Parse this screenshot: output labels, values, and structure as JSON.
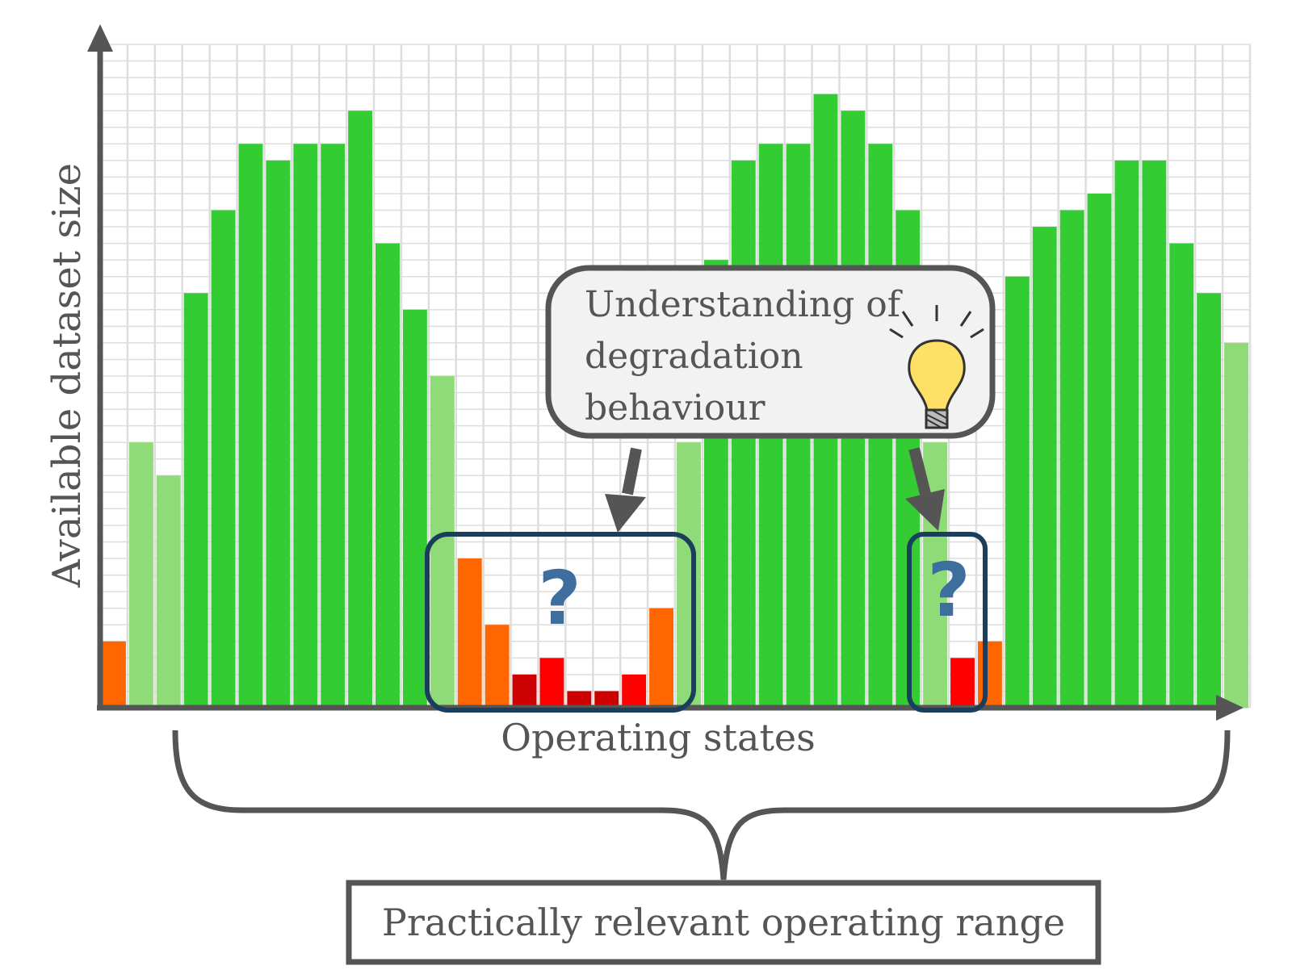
{
  "chart_data": {
    "type": "bar",
    "ylabel": "Available dataset size",
    "xlabel": "Operating states",
    "ylim": [
      0,
      40
    ],
    "grid": true,
    "values": [
      4,
      16,
      14,
      25,
      30,
      34,
      33,
      34,
      34,
      36,
      28,
      24,
      20,
      9,
      5,
      2,
      3,
      1,
      1,
      2,
      6,
      16,
      27,
      33,
      34,
      34,
      37,
      36,
      34,
      30,
      16,
      3,
      4,
      26,
      29,
      30,
      31,
      33,
      33,
      28,
      25,
      22
    ],
    "colors": [
      "#ff6600",
      "#8fdb78",
      "#8fdb78",
      "#33cc33",
      "#33cc33",
      "#33cc33",
      "#33cc33",
      "#33cc33",
      "#33cc33",
      "#33cc33",
      "#33cc33",
      "#33cc33",
      "#8fdb78",
      "#ff6600",
      "#ff6600",
      "#cc0000",
      "#ff0000",
      "#cc0000",
      "#cc0000",
      "#ff0000",
      "#ff6600",
      "#8fdb78",
      "#33cc33",
      "#33cc33",
      "#33cc33",
      "#33cc33",
      "#33cc33",
      "#33cc33",
      "#33cc33",
      "#33cc33",
      "#8fdb78",
      "#ff0000",
      "#ff6600",
      "#33cc33",
      "#33cc33",
      "#33cc33",
      "#33cc33",
      "#33cc33",
      "#33cc33",
      "#33cc33",
      "#33cc33",
      "#8fdb78"
    ]
  },
  "callout": {
    "lines": [
      "Understanding of",
      "degradation",
      "behaviour"
    ],
    "icon": "lightbulb-icon"
  },
  "unknown_marker": "?",
  "range_label": "Practically relevant operating range",
  "colors": {
    "axis": "#555555",
    "grid": "#dddddd",
    "unknown_box": "#1a3f5c",
    "callout_fill": "#f2f2f2",
    "question_mark": "#3e6e9e",
    "bulb": "#ffe066"
  }
}
